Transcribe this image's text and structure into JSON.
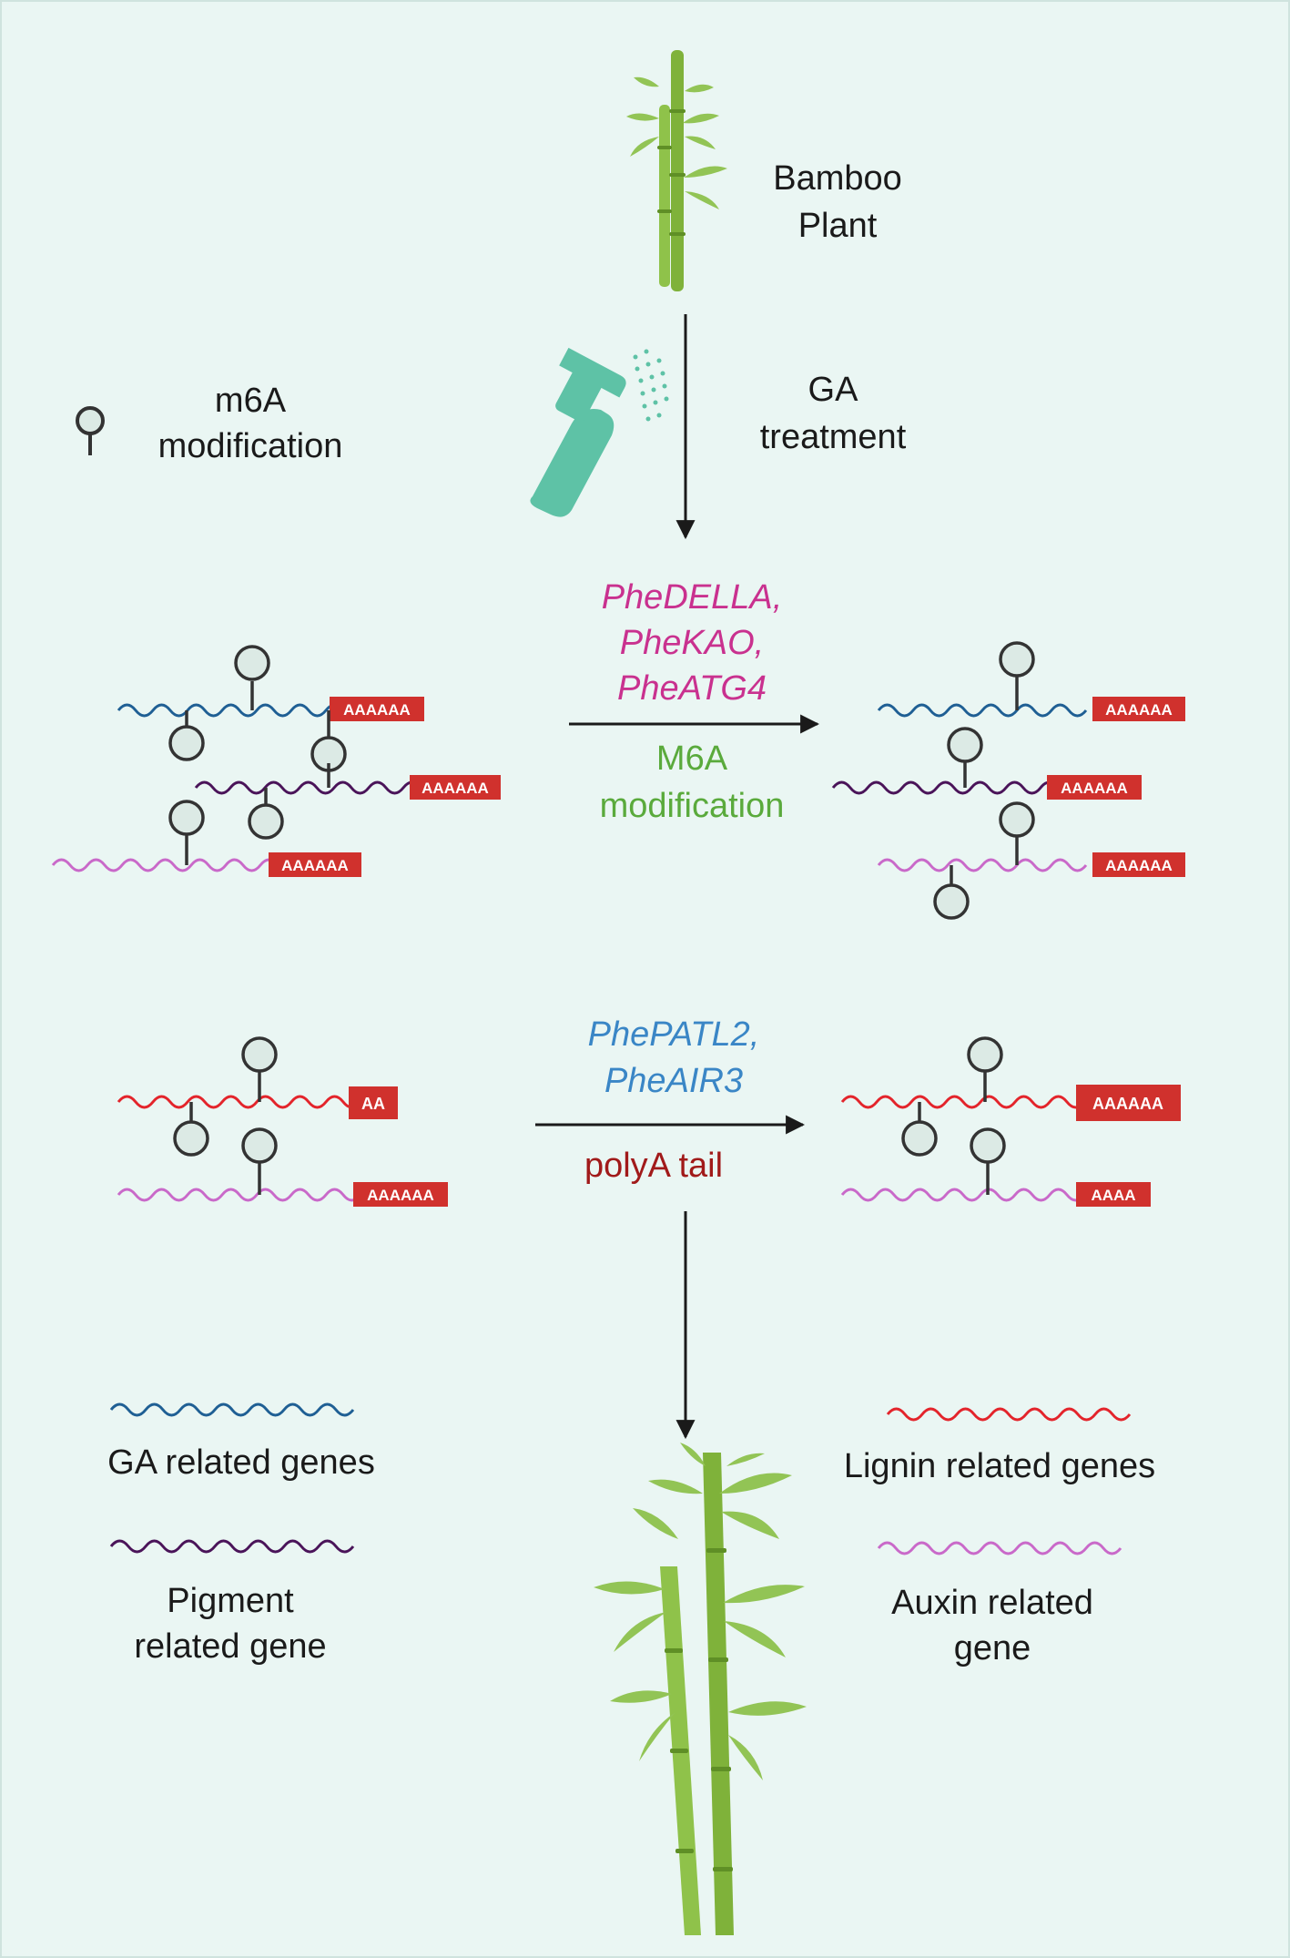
{
  "labels": {
    "bamboo_line1": "Bamboo",
    "bamboo_line2": "Plant",
    "ga_line1": "GA",
    "ga_line2": "treatment",
    "m6a_line1": "m6A",
    "m6a_line2": "modification",
    "genes1_line1": "PheDELLA,",
    "genes1_line2": "PheKAO,",
    "genes1_line3": "PheATG4",
    "process1_line1": "M6A",
    "process1_line2": "modification",
    "genes2_line1": "PhePATL2,",
    "genes2_line2": "PheAIR3",
    "process2": "polyA tail",
    "legend_ga": "GA related genes",
    "legend_pigment_line1": "Pigment",
    "legend_pigment_line2": "related gene",
    "legend_lignin": "Lignin related genes",
    "legend_auxin_line1": "Auxin related",
    "legend_auxin_line2": "gene"
  },
  "tails": {
    "s1_left_ga": "AAAAAA",
    "s1_left_pigment": "AAAAAA",
    "s1_left_auxin": "AAAAAA",
    "s1_right_ga": "AAAAAA",
    "s1_right_pigment": "AAAAAA",
    "s1_right_auxin": "AAAAAA",
    "s2_left_lignin": "AA",
    "s2_left_auxin": "AAAAAA",
    "s2_right_lignin": "AAAAAA",
    "s2_right_auxin": "AAAA"
  },
  "colors": {
    "background": "#eaf6f3",
    "ga_gene": "#1f5f94",
    "pigment_gene": "#4a1459",
    "lignin_gene": "#e3242b",
    "auxin_gene": "#c969c9",
    "tail_box": "#d0312d",
    "m6a_marker": "#dceae5",
    "magenta_genes": "#c9318f",
    "m6a_green": "#5aaa3c",
    "blue_genes": "#3a86c6",
    "polya_red": "#a11a1a",
    "sprayer": "#5ec2a6",
    "bamboo": "#7fb23a"
  }
}
